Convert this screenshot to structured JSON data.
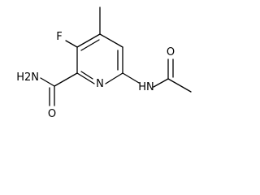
{
  "molecule": {
    "atoms": {
      "nitrogen_ring": "N",
      "fluorine": "F",
      "amide_nh2": "H2N",
      "amide_oxygen": "O",
      "amide_nh": "HN",
      "acetyl_oxygen": "O"
    }
  }
}
